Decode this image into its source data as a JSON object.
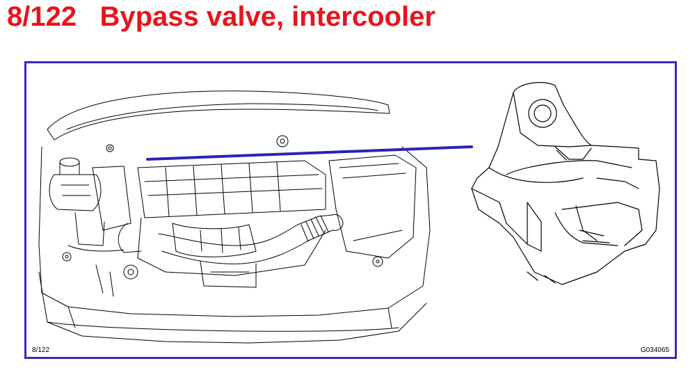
{
  "header": {
    "title": "8/122   Bypass valve, intercooler"
  },
  "figure": {
    "page_ref": "8/122",
    "figure_id": "G034065"
  },
  "colors": {
    "title": "#e8141b",
    "frame": "#3a2bb0",
    "leader_line": "#2b22b8",
    "line_art": "#000000"
  }
}
